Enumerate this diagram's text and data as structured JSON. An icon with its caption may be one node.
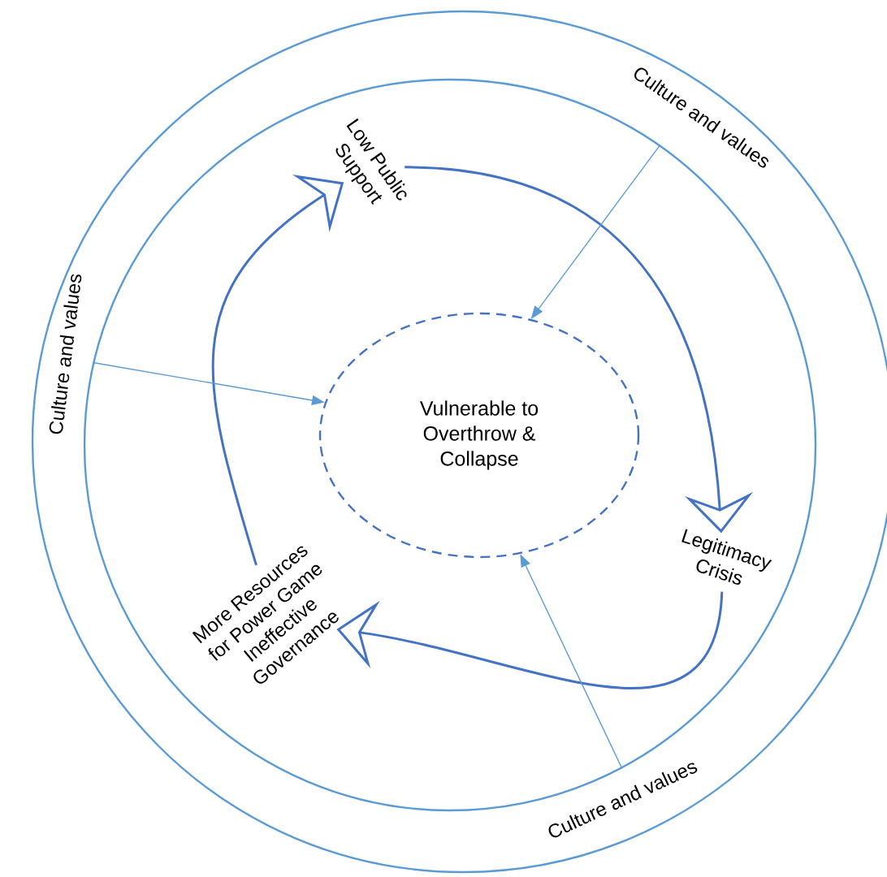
{
  "diagram": {
    "nodes": [
      {
        "text": [
          "Culture and values",
          "Culture and values",
          "Culture and values"
        ]
      },
      {
        "text": [],
        "shape": "circle",
        "in": 0
      },
      {
        "text": [
          "Vulnerable to Overthrow & Collapse"
        ],
        "in": 1
      },
      {
        "text": [
          "Low Public Support"
        ],
        "in": 1
      },
      {
        "text": [
          "Legitimacy Crisis"
        ],
        "in": 1
      },
      {
        "text": [
          "More Resources for Power Game Ineffective Governance"
        ],
        "in": 1
      }
    ],
    "edges": [
      {
        "from": 3,
        "to": 4,
        "arrow": "to"
      },
      {
        "from": 4,
        "to": 5,
        "arrow": "to"
      },
      {
        "from": 5,
        "to": 3,
        "arrow": "to"
      },
      {
        "from": 1,
        "to": 2,
        "arrow": "to",
        "color": "#5b9bd5"
      },
      {
        "from": 1,
        "to": 2,
        "arrow": "to",
        "color": "#5b9bd5"
      },
      {
        "from": 1,
        "to": 2,
        "arrow": "to",
        "color": "#5b9bd5"
      }
    ]
  }
}
